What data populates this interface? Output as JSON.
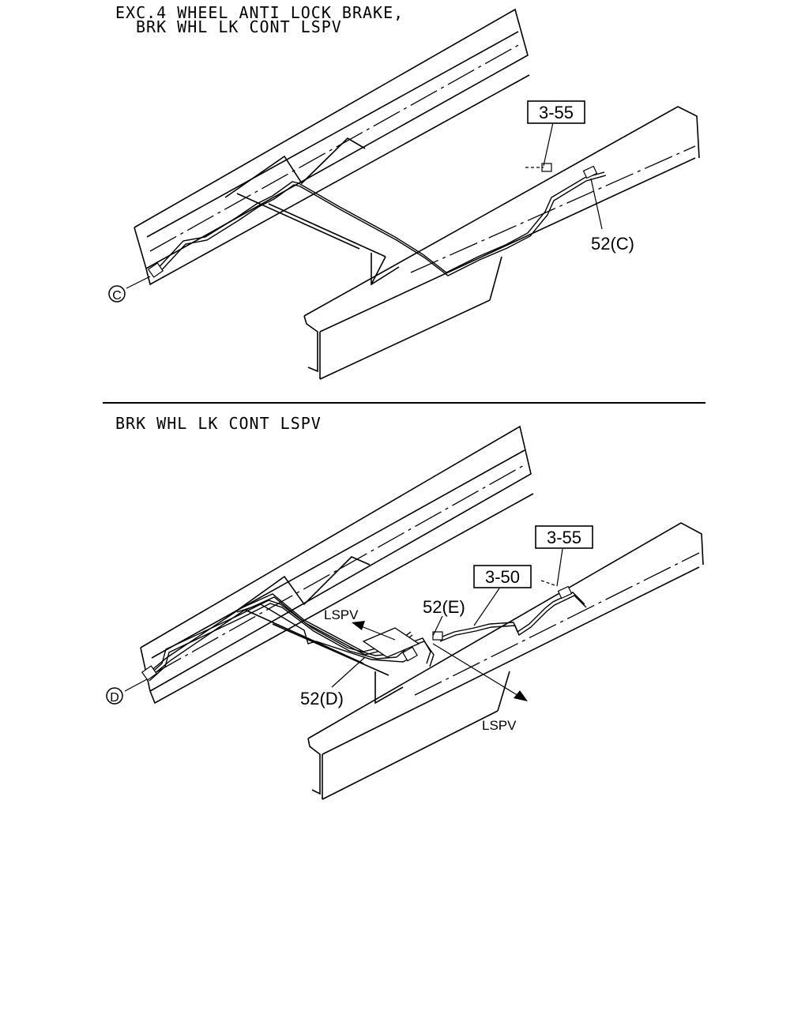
{
  "top_diagram": {
    "caption_line1": "EXC.4 WHEEL ANTI LOCK BRAKE,",
    "caption_line2": "BRK WHL LK CONT LSPV",
    "ref_box_1": "3-55",
    "label_part": "52(C)",
    "circle_label": "C"
  },
  "bottom_diagram": {
    "caption": "BRK WHL LK CONT LSPV",
    "ref_box_1": "3-55",
    "ref_box_2": "3-50",
    "label_part_e": "52(E)",
    "label_part_d": "52(D)",
    "label_lspv_1": "LSPV",
    "label_lspv_2": "LSPV",
    "circle_label": "D"
  }
}
